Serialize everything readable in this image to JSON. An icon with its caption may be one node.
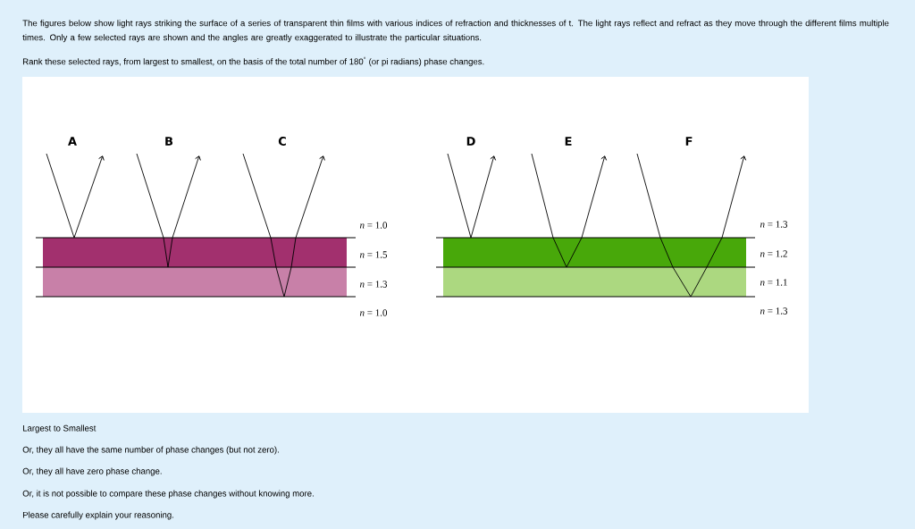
{
  "diagram": {
    "labels": [
      "The figures below show light rays striking the surface of a series of transparent thin films with various indices of refraction and thicknesses of t.  The light rays reflect and refract as they move through the different films multiple times.  Only a few selected rays are shown and the angles are greatly exaggerated to illustrate the particular situations.",
      "Rank these selected rays, from largest to smallest, on the basis of the total number of 180$^{°}$ (or pi radians) phase changes.",
      "A",
      "B",
      "C",
      "D",
      "E",
      "F",
      "*n* = 1.0",
      "*n* = 1.3",
      "*n* = 1.5",
      "*n* = 1.2",
      "*n* = 1.3",
      "*n* = 1.1",
      "*n* = 1.0",
      "*n* = 1.3",
      "Largest to Smallest",
      "Or, they all have the same number of phase changes (but not zero).",
      "Or, they all have zero phase change.",
      "Or, it is not possible to compare these phase changes without knowing more.",
      "Please carefully explain your reasoning."
    ]
  }
}
